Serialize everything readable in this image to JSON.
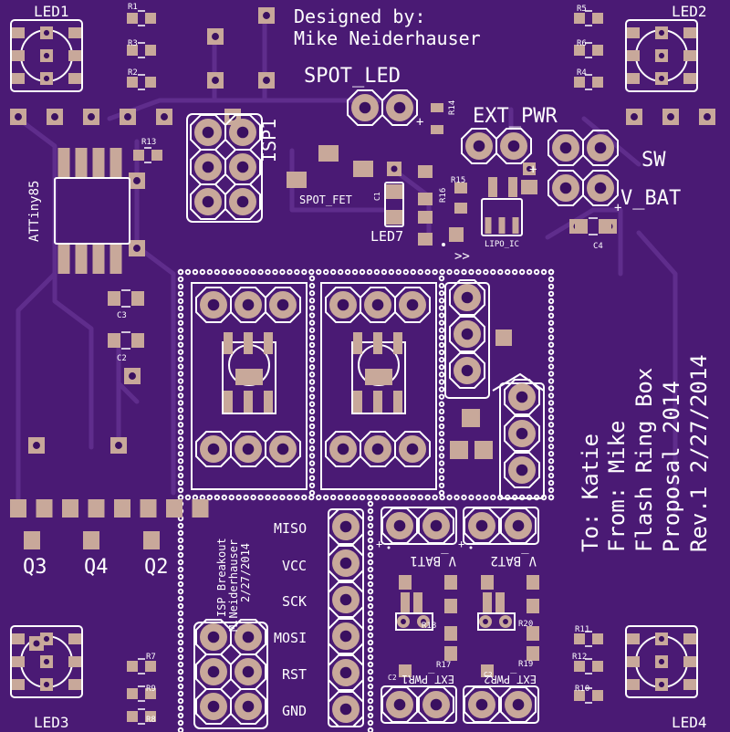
{
  "colors": {
    "board": "#4a1a74",
    "trace": "#5f2d8c",
    "pad": "#c8a89a",
    "silk": "#ffffff",
    "hole": "#3a1060"
  },
  "labels": {
    "credit_line1": "Designed by:",
    "credit_line2": "Mike Neiderhauser",
    "spot_led": "SPOT_LED",
    "ext_pwr": "EXT_PWR",
    "sw": "SW",
    "v_bat": "V_BAT",
    "isp1": "ISP1",
    "attiny": "ATTiny85",
    "spot_fet": "SPOT_FET",
    "led7": "LED7",
    "lipo_ic": "LIPO_IC",
    "led1": "LED1",
    "led2": "LED2",
    "led3": "LED3",
    "led4": "LED4",
    "q3": "Q3",
    "q4": "Q4",
    "q2": "Q2",
    "miso": "MISO",
    "vcc": "VCC",
    "sck": "SCK",
    "mosi": "MOSI",
    "rst": "RST",
    "gnd": "GND",
    "isp_breakout": "ISP Breakout",
    "isp_author": "M.Neiderhauser",
    "isp_date": "2/27/2014",
    "note_line1": "To: Katie",
    "note_line2": "From: Mike",
    "note_line3": "Flash Ring Box",
    "note_line4": "Proposal 2014",
    "note_line5": "Rev.1 2/27/2014",
    "mirror_vbat1": "V_BAT1",
    "mirror_vbat2": "V_BAT2",
    "mirror_extpwr1": "EXT_PWR1",
    "mirror_extpwr2": "EXT_PWR2",
    "chev": ">>",
    "plus": "+",
    "res": {
      "r1": "R1",
      "r2": "R2",
      "r3": "R3",
      "r4": "R4",
      "r5": "R5",
      "r6": "R6",
      "r7": "R7",
      "r8": "R8",
      "r9": "R9",
      "r10": "R10",
      "r11": "R11",
      "r12": "R12",
      "r13": "R13",
      "r14": "R14",
      "r15": "R15",
      "r16": "R16",
      "r17": "R17",
      "r18": "R18",
      "r19": "R19",
      "r20": "R20"
    },
    "cap": {
      "c1": "C1",
      "c2": "C2",
      "c3": "C3",
      "c4": "C4"
    }
  }
}
